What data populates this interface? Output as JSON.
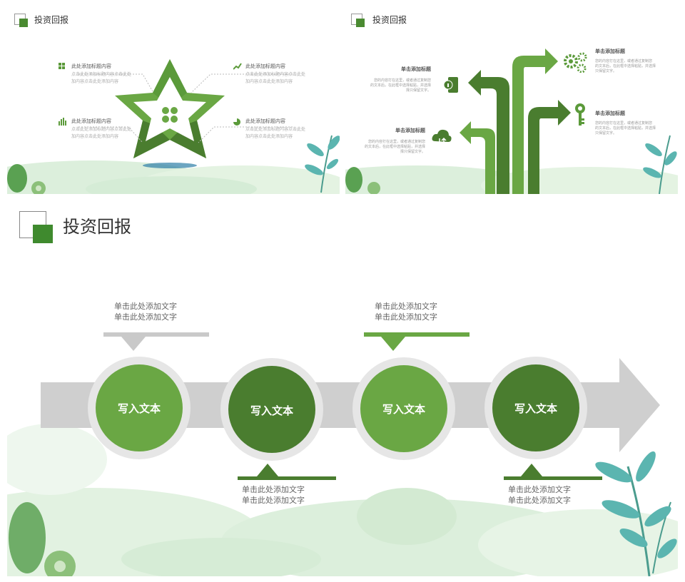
{
  "colors": {
    "green_light": "#6aa744",
    "green_dark": "#4a7d2f",
    "gray": "#c9c9c9",
    "text": "#666666",
    "wash": "#cfe8d0"
  },
  "slide1": {
    "title": "投资回报",
    "items": [
      {
        "heading": "此处添加标题内容",
        "body1": "点击此处添加标题内容点击此处",
        "body2": "加内容点击此处添加内容",
        "icon": "grid-icon"
      },
      {
        "heading": "此处添加标题内容",
        "body1": "点击此处添加标题内容点击此处",
        "body2": "加内容点击此处添加内容",
        "icon": "chart-up-icon"
      },
      {
        "heading": "此处添加标题内容",
        "body1": "点击此处添加标题内容点击此处",
        "body2": "加内容点击此处添加内容",
        "icon": "bar-chart-icon"
      },
      {
        "heading": "此处添加标题内容",
        "body1": "点击此处添加标题内容点击此处",
        "body2": "加内容点击此处添加内容",
        "icon": "pie-chart-icon"
      }
    ]
  },
  "slide2": {
    "title": "投资回报",
    "items": [
      {
        "heading": "单击添加标题",
        "body1": "您的内容打在这里，或者通过复制您",
        "body2": "的文本后，在此框中选择粘贴，并选择",
        "body3": "择只保留文字。",
        "icon": "phone-info-icon"
      },
      {
        "heading": "单击添加标题",
        "body1": "您的内容打在这里，或者通过复制您",
        "body2": "的文本后，在此框中选择粘贴，并选择",
        "body3": "只保留文字。",
        "icon": "gears-icon"
      },
      {
        "heading": "单击添加标题",
        "body1": "您的内容打在这里，或者通过复制您",
        "body2": "的文本后，在此框中选择粘贴，并选择",
        "body3": "择只保留文字。",
        "icon": "cloud-icon"
      },
      {
        "heading": "单击添加标题",
        "body1": "您的内容打在这里，或者通过复制您",
        "body2": "的文本后，在此框中选择粘贴，并选择",
        "body3": "只保留文字。",
        "icon": "key-icon"
      }
    ]
  },
  "slide3": {
    "title": "投资回报",
    "circles": [
      "写入文本",
      "写入文本",
      "写入文本",
      "写入文本"
    ],
    "callouts": [
      {
        "line1": "单击此处添加文字",
        "line2": "单击此处添加文字"
      },
      {
        "line1": "单击此处添加文字",
        "line2": "单击此处添加文字"
      },
      {
        "line1": "单击此处添加文字",
        "line2": "单击此处添加文字"
      },
      {
        "line1": "单击此处添加文字",
        "line2": "单击此处添加文字"
      }
    ]
  }
}
